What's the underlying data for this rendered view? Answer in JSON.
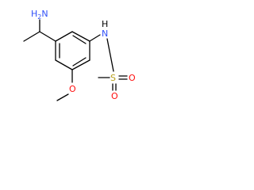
{
  "molecule": {
    "labels": {
      "amine_N": "N",
      "amine_H2": "H",
      "amine_sub": "2",
      "amide_N": "N",
      "amide_H": "H",
      "ether_O": "O",
      "sulfur": "S",
      "sulfonyl_O_top": "O",
      "sulfonyl_O_right": "O"
    },
    "colors": {
      "bond": "#000000",
      "nitrogen": "#3050F8",
      "oxygen": "#FF0D0D",
      "sulfur": "#B8A01C",
      "hydrogen": "#000000"
    }
  }
}
